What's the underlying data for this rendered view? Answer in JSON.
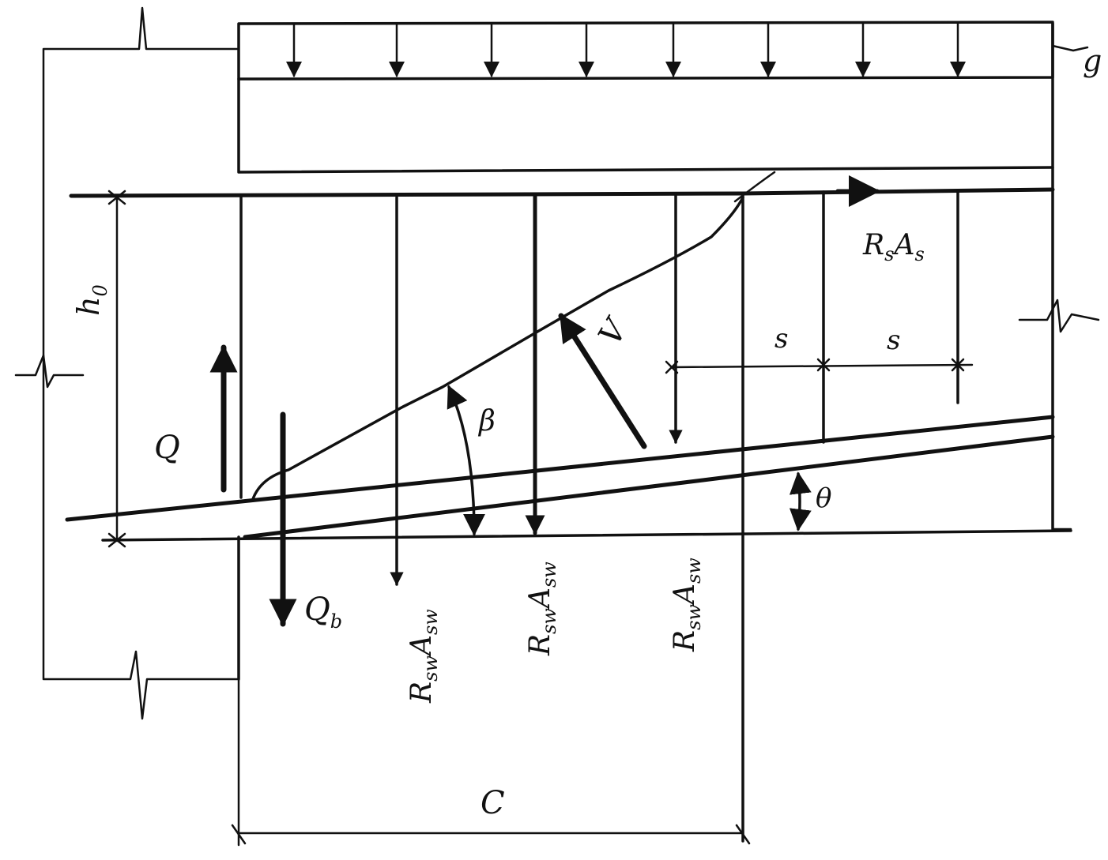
{
  "labels": {
    "g": "g",
    "h0_main": "h",
    "h0_sub": "0",
    "Q": "Q",
    "Qb_main": "Q",
    "Qb_sub": "b",
    "beta": "β",
    "theta": "θ",
    "V": "V",
    "s1": "s",
    "s2": "s",
    "RsAs_R": "R",
    "RsAs_s1": "s",
    "RsAs_A": "A",
    "RsAs_s2": "s",
    "Rsw_R": "R",
    "Rsw_sub1": "sw",
    "Rsw_A": "A",
    "Rsw_sub2": "sw",
    "C": "C"
  },
  "colors": {
    "ink": "#111111",
    "paper": "#ffffff"
  }
}
